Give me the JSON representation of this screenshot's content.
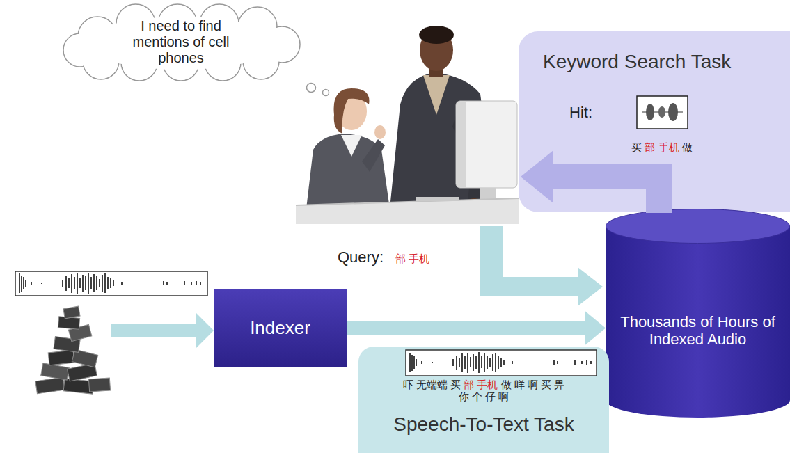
{
  "diagram": {
    "nodes": [
      {
        "text": [
          "I need to find mentions of cell phones"
        ]
      },
      {
        "text": [
          "Keyword Search Task",
          "Hit:",
          "买 部 手机 做"
        ]
      },
      {
        "text": [
          "Indexer"
        ]
      },
      {
        "text": [
          "Thousands of Hours of Indexed Audio"
        ]
      },
      {
        "text": [
          "吓 无端端 买 部 手机 做 咩 啊 买 畀 你 个 仔 啊",
          "Speech-To-Text Task"
        ]
      }
    ],
    "edges": [
      {
        "from": 2,
        "to": 3,
        "arrow": "to"
      }
    ],
    "labels": [
      "Query:",
      "部 手机"
    ]
  }
}
